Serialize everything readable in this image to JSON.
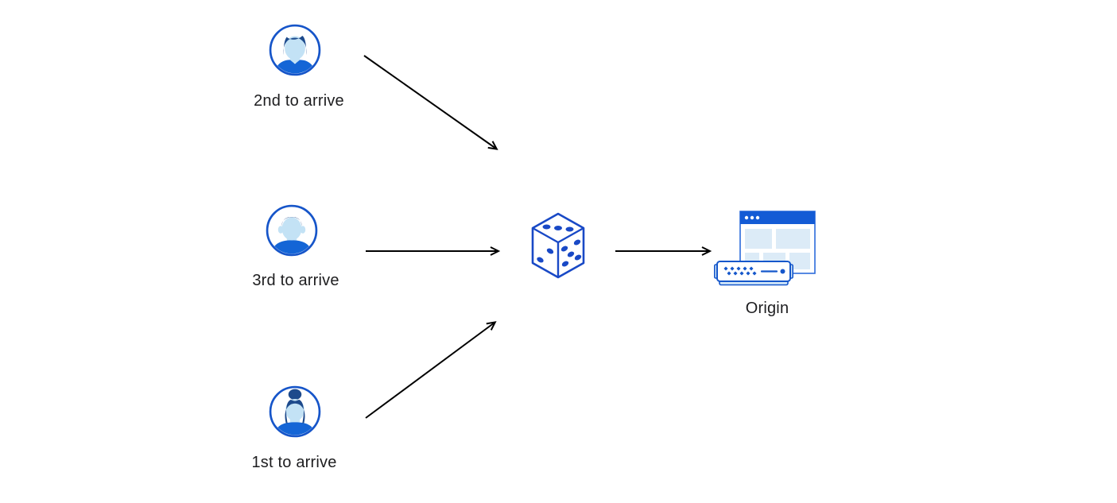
{
  "diagram": {
    "title": "random request routing to origin",
    "visitors": [
      {
        "label": "2nd to arrive",
        "icon": "male-avatar-swoop-hair-icon"
      },
      {
        "label": "3rd to arrive",
        "icon": "male-avatar-flat-hair-icon"
      },
      {
        "label": "1st to arrive",
        "icon": "female-avatar-bun-hair-icon"
      }
    ],
    "selector": {
      "icon": "dice-icon"
    },
    "origin": {
      "label": "Origin",
      "icons": [
        "browser-window-icon",
        "server-icon"
      ]
    },
    "arrows": [
      {
        "from": "visitor-2nd-to-arrive",
        "to": "dice"
      },
      {
        "from": "visitor-3rd-to-arrive",
        "to": "dice"
      },
      {
        "from": "visitor-1st-to-arrive",
        "to": "dice"
      },
      {
        "from": "dice",
        "to": "origin"
      }
    ],
    "colors": {
      "arrow": "#000000",
      "label_text": "#1d1d1f",
      "avatar_ring": "#1655c9",
      "hair": "#1d4a8c",
      "face": "#c3e2f5",
      "shirt": "#1465d6",
      "dice": "#1949c6",
      "window_border": "#2d6cdb",
      "header": "#135bd5",
      "panel": "#dcebf7",
      "server_border": "#1557cb",
      "server_fill": "#d5e9f9",
      "bg": "#ffffff"
    }
  }
}
